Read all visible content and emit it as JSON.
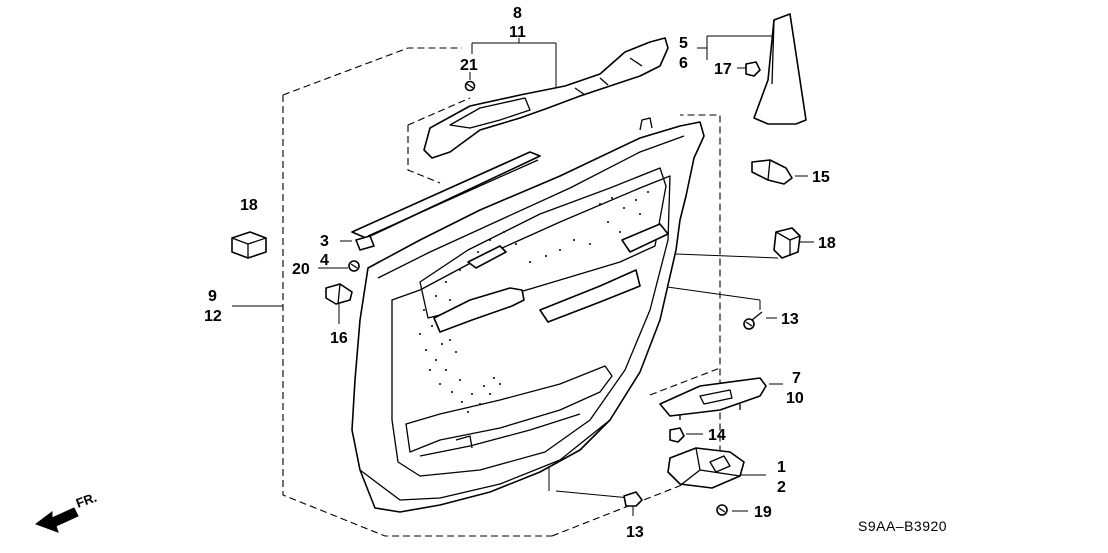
{
  "callouts": {
    "n1": "1",
    "n2": "2",
    "n3": "3",
    "n4": "4",
    "n5": "5",
    "n6": "6",
    "n7": "7",
    "n8": "8",
    "n9": "9",
    "n10": "10",
    "n11": "11",
    "n12": "12",
    "n13a": "13",
    "n13b": "13",
    "n14": "14",
    "n15": "15",
    "n16": "16",
    "n17": "17",
    "n18a": "18",
    "n18b": "18",
    "n19": "19",
    "n20": "20",
    "n21": "21"
  },
  "direction_label": "FR.",
  "diagram_code": "S9AA–B3920"
}
